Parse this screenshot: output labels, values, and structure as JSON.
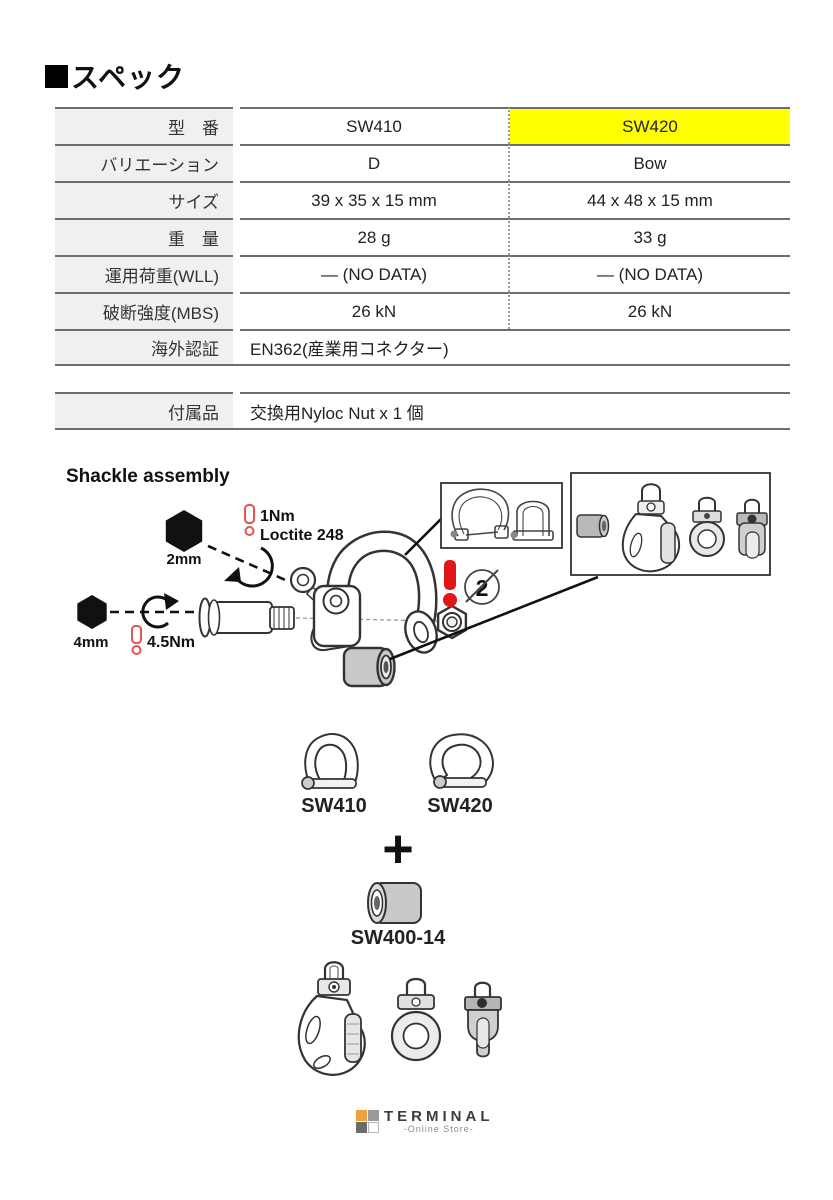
{
  "page": {
    "section_title": "スペック"
  },
  "spec_table": {
    "rows": [
      {
        "label": "型　番",
        "col1": "SW410",
        "col2": "SW420"
      },
      {
        "label": "バリエーション",
        "col1": "D",
        "col2": "Bow"
      },
      {
        "label": "サイズ",
        "col1": "39 x 35 x 15 mm",
        "col2": "44 x 48 x 15 mm"
      },
      {
        "label": "重　量",
        "col1": "28 g",
        "col2": "33 g"
      },
      {
        "label": "運用荷重(WLL)",
        "col1": "― (NO DATA)",
        "col2": "― (NO DATA)"
      },
      {
        "label": "破断強度(MBS)",
        "col1": "26 kN",
        "col2": "26 kN"
      },
      {
        "label": "海外認証",
        "span_value": "EN362(産業用コネクター)"
      }
    ]
  },
  "accessory_table": {
    "label": "付属品",
    "value": "交換用Nyloc Nut x 1 個"
  },
  "assembly": {
    "title": "Shackle assembly",
    "wrench_small": "2mm",
    "wrench_large": "4mm",
    "torque_small": "1Nm",
    "loctite": "Loctite 248",
    "torque_large": "4.5Nm",
    "no_reuse_count": "2"
  },
  "products": {
    "left_label": "SW410",
    "right_label": "SW420",
    "plus": "+",
    "spacer_label": "SW400-14"
  },
  "logo": {
    "brand": "TERMINAL",
    "subtitle": "-Online Store-"
  },
  "colors": {
    "highlight_yellow": "#ffff00",
    "warning_red": "#e11717",
    "table_border": "#6e6e6e",
    "label_bg": "#f0f0f0",
    "logo_orange": "#f0a13b",
    "metal_grey": "#c9c9c9"
  }
}
